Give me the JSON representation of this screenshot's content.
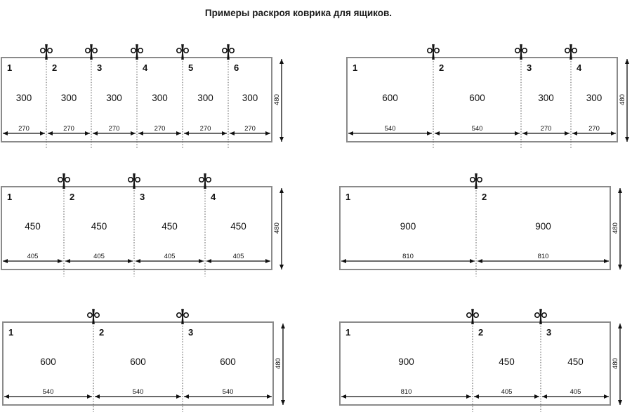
{
  "title": "Примеры раскроя коврика для ящиков.",
  "colors": {
    "panel_border": "#8a8a8a",
    "ink": "#111111"
  },
  "height_label": "480",
  "layouts": [
    {
      "id": "six-pieces",
      "numbers": [
        "1",
        "2",
        "3",
        "4",
        "5",
        "6"
      ],
      "sizes": [
        "300",
        "300",
        "300",
        "300",
        "300",
        "300"
      ],
      "dims": [
        "270",
        "270",
        "270",
        "270",
        "270",
        "270"
      ]
    },
    {
      "id": "four-mixed",
      "numbers": [
        "1",
        "2",
        "3",
        "4"
      ],
      "sizes": [
        "600",
        "600",
        "300",
        "300"
      ],
      "dims": [
        "540",
        "540",
        "270",
        "270"
      ]
    },
    {
      "id": "four-pieces",
      "numbers": [
        "1",
        "2",
        "3",
        "4"
      ],
      "sizes": [
        "450",
        "450",
        "450",
        "450"
      ],
      "dims": [
        "405",
        "405",
        "405",
        "405"
      ]
    },
    {
      "id": "two-pieces",
      "numbers": [
        "1",
        "2"
      ],
      "sizes": [
        "900",
        "900"
      ],
      "dims": [
        "810",
        "810"
      ]
    },
    {
      "id": "three-pieces",
      "numbers": [
        "1",
        "2",
        "3"
      ],
      "sizes": [
        "600",
        "600",
        "600"
      ],
      "dims": [
        "540",
        "540",
        "540"
      ]
    },
    {
      "id": "three-mixed",
      "numbers": [
        "1",
        "2",
        "3"
      ],
      "sizes": [
        "900",
        "450",
        "450"
      ],
      "dims": [
        "810",
        "405",
        "405"
      ]
    }
  ]
}
